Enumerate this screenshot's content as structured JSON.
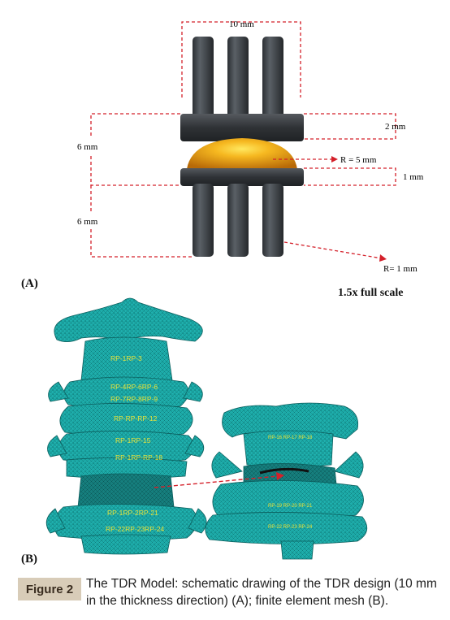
{
  "figure": {
    "tag": "Figure 2",
    "caption": "The TDR Model: schematic drawing of the TDR design (10 mm in the thickness direction) (A); finite element mesh (B)."
  },
  "panel_a": {
    "label": "(A)",
    "scale_note": "1.5x full scale",
    "dimensions": {
      "width": "10 mm",
      "plate_thickness": "2 mm",
      "core_radius": "R = 5 mm",
      "lower_plate": "1 mm",
      "upper_height": "6 mm",
      "lower_height": "6 mm",
      "pin_radius": "R= 1 mm"
    }
  },
  "panel_b": {
    "label": "(B)",
    "reference_points_left": [
      "RP-1RP-3",
      "RP-4RP-6RP-6",
      "RP-7RP-8RP-9",
      "RP-RP-RP-12",
      "RP-1RP-15",
      "RP-1RP-RP-18",
      "RP-1RP-2RP-21",
      "RP-22RP-23RP-24"
    ],
    "reference_points_right": [
      "RP-16 RP-17 RP-18",
      "RP-19 RP-20 RP-21",
      "RP-22 RP-23 RP-24"
    ]
  },
  "colors": {
    "rod": "#3c4044",
    "core": "#e39a12",
    "dim_line": "#d4202a",
    "mesh": "#1fb0ae",
    "rp_text": "#e8e23a"
  }
}
